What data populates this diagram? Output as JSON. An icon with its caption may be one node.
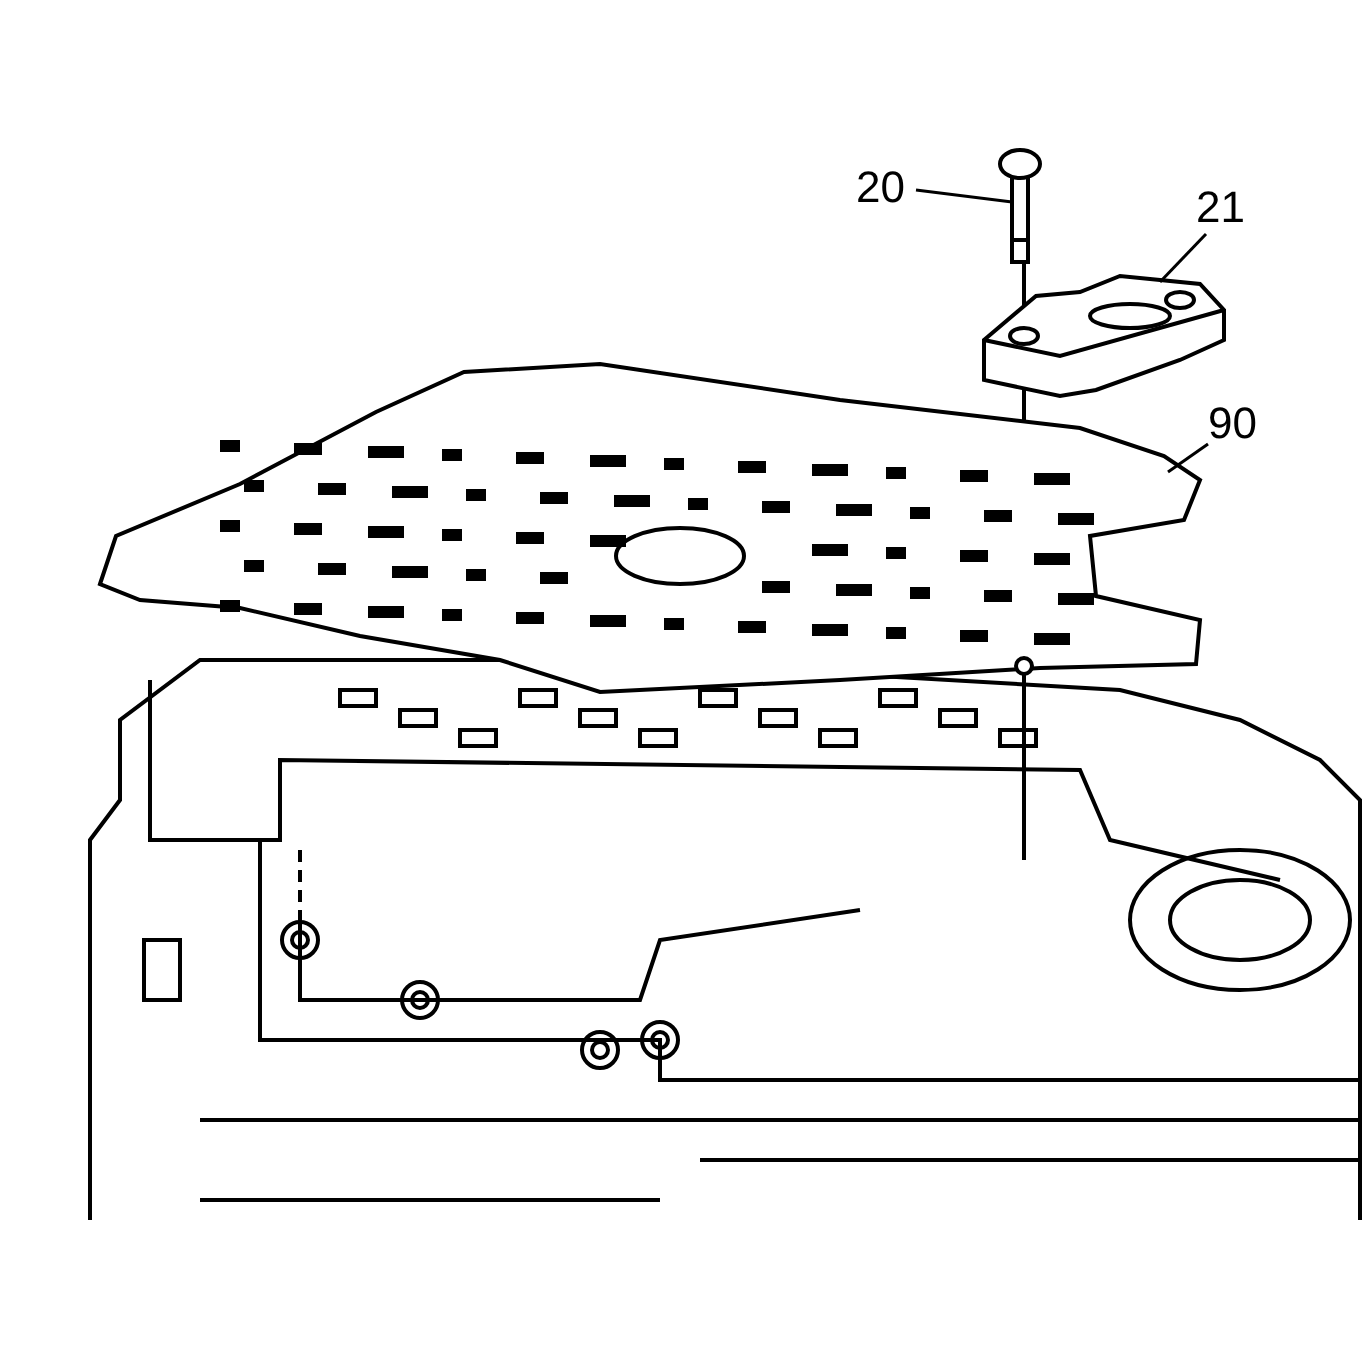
{
  "diagram": {
    "nodes": [
      {
        "text": [
          "20"
        ]
      },
      {
        "text": [
          "21"
        ]
      },
      {
        "text": [
          "90"
        ]
      },
      {
        "text": [],
        "shape": "picture"
      },
      {
        "text": [],
        "shape": "picture"
      },
      {
        "text": [],
        "shape": "picture"
      }
    ],
    "edges": [
      {
        "from": 0,
        "to": 3,
        "arrow": "none"
      },
      {
        "from": 1,
        "to": 4,
        "arrow": "none"
      },
      {
        "from": 2,
        "to": 5,
        "arrow": "none"
      }
    ]
  }
}
